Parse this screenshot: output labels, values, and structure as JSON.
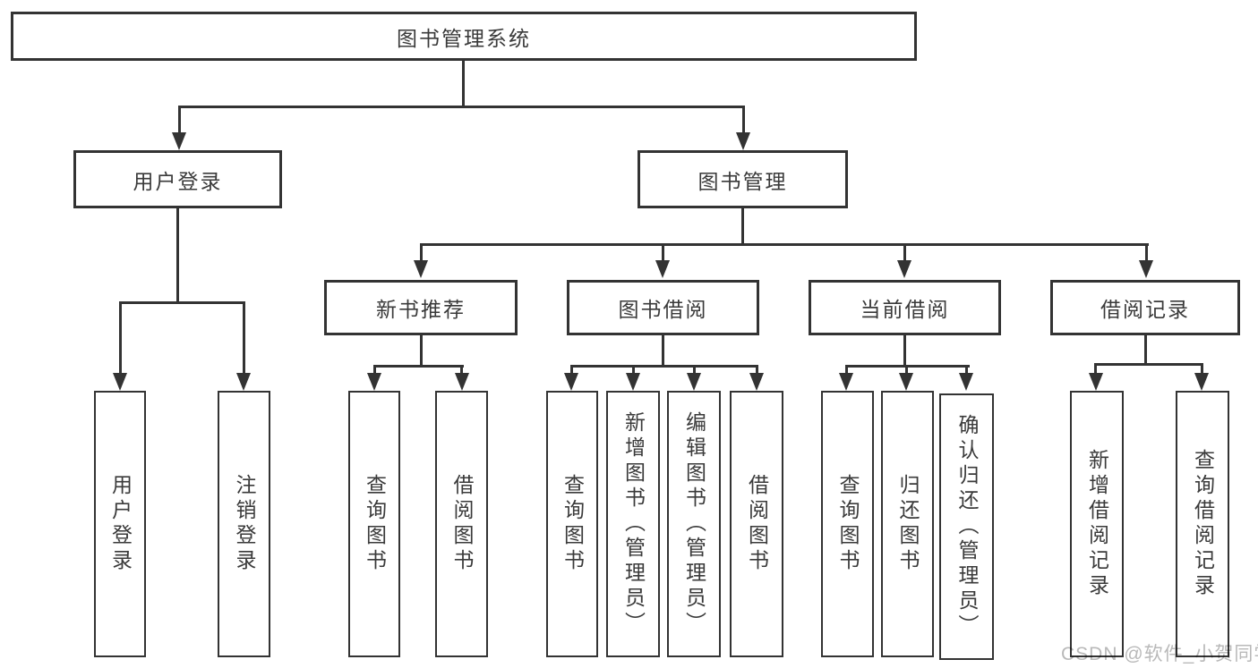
{
  "page": {
    "background": "#ffffff",
    "line_color": "#333333",
    "text_color": "#3a3a3a"
  },
  "watermark": {
    "text": "CSDN @软件_小贺同学",
    "color": "#b9b9b9"
  },
  "tree": {
    "root": {
      "label": "图书管理系统"
    },
    "branches": [
      {
        "label": "用户登录",
        "children": [
          {
            "label": "用户登录"
          },
          {
            "label": "注销登录"
          }
        ]
      },
      {
        "label": "图书管理",
        "children": [
          {
            "label": "新书推荐",
            "children": [
              {
                "label": "查询图书"
              },
              {
                "label": "借阅图书"
              }
            ]
          },
          {
            "label": "图书借阅",
            "children": [
              {
                "label": "查询图书"
              },
              {
                "label": "新增图书（管理员）"
              },
              {
                "label": "编辑图书（管理员）"
              },
              {
                "label": "借阅图书"
              }
            ]
          },
          {
            "label": "当前借阅",
            "children": [
              {
                "label": "查询图书"
              },
              {
                "label": "归还图书"
              },
              {
                "label": "确认归还（管理员）"
              }
            ]
          },
          {
            "label": "借阅记录",
            "children": [
              {
                "label": "新增借阅记录"
              },
              {
                "label": "查询借阅记录"
              }
            ]
          }
        ]
      }
    ]
  }
}
